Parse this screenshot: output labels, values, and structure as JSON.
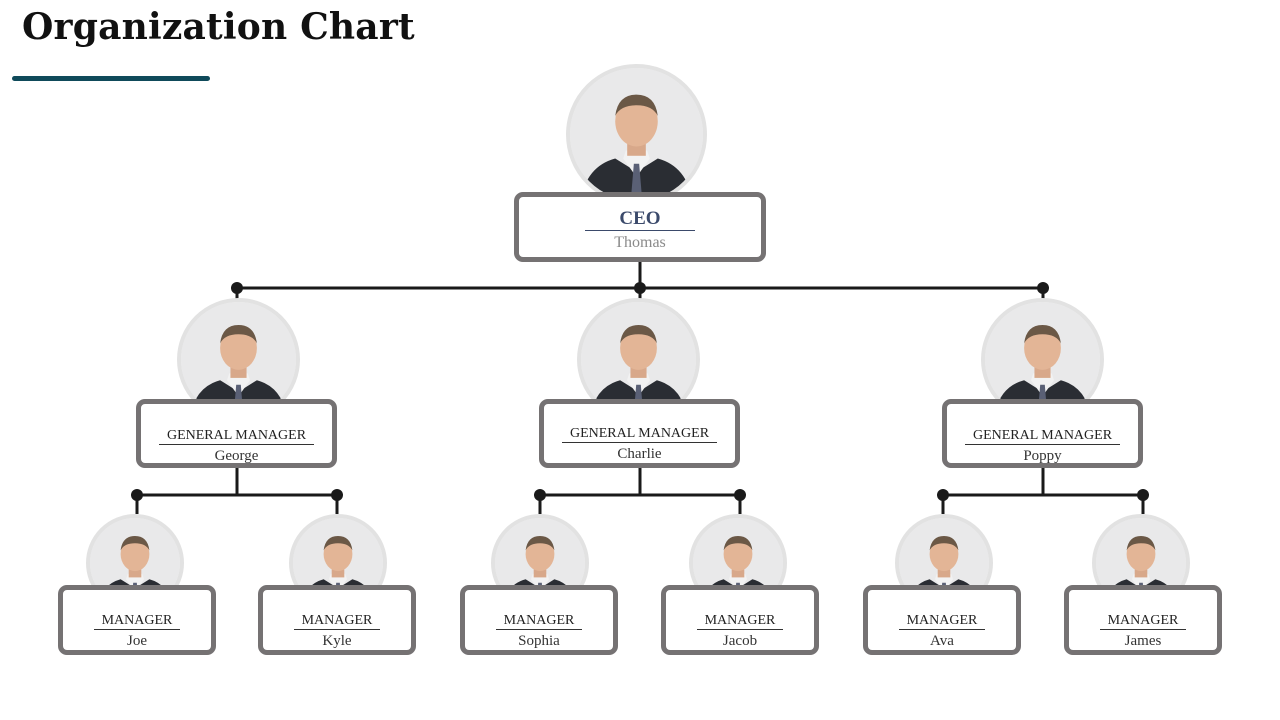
{
  "title": "Organization Chart",
  "colors": {
    "accent": "#0f4a5a",
    "card_border": "#757273",
    "connector": "#1a1a1a",
    "ceo_role": "#3b4a6b"
  },
  "ceo": {
    "role": "CEO",
    "name": "Thomas",
    "photo": "portrait-photo"
  },
  "general_managers": [
    {
      "role": "GENERAL MANAGER",
      "name": "George",
      "photo": "portrait-photo"
    },
    {
      "role": "GENERAL MANAGER",
      "name": "Charlie",
      "photo": "portrait-photo"
    },
    {
      "role": "GENERAL MANAGER",
      "name": "Poppy",
      "photo": "portrait-photo"
    }
  ],
  "managers": [
    {
      "role": "MANAGER",
      "name": "Joe",
      "reports_to": "George"
    },
    {
      "role": "MANAGER",
      "name": "Kyle",
      "reports_to": "George"
    },
    {
      "role": "MANAGER",
      "name": "Sophia",
      "reports_to": "Charlie"
    },
    {
      "role": "MANAGER",
      "name": "Jacob",
      "reports_to": "Charlie"
    },
    {
      "role": "MANAGER",
      "name": "Ava",
      "reports_to": "Poppy"
    },
    {
      "role": "MANAGER",
      "name": "James",
      "reports_to": "Poppy"
    }
  ]
}
